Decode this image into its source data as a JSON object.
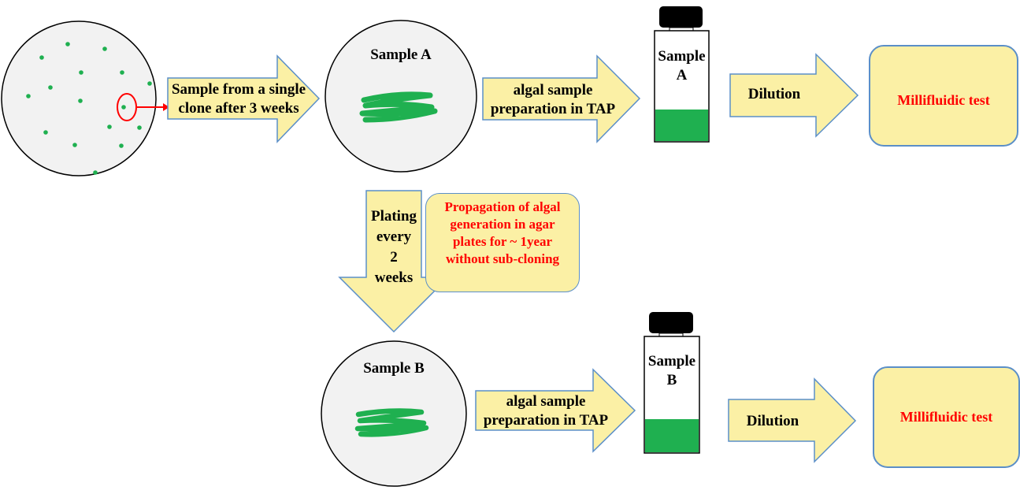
{
  "colony_plate": {
    "arrow_label_line1": "Sample from a single",
    "arrow_label_line2": "clone after 3 weeks"
  },
  "row_a": {
    "plate_label": "Sample A",
    "arrow_label_line1": "algal sample",
    "arrow_label_line2": "preparation in TAP",
    "bottle_label_line1": "Sample",
    "bottle_label_line2": "A",
    "dilution_label": "Dilution",
    "test_label": "Millifluidic test"
  },
  "plating_arrow": {
    "line1": "Plating",
    "line2": "every",
    "line3": "2",
    "line4": "weeks"
  },
  "propagation_note": {
    "line1": "Propagation of algal",
    "line2": "generation in agar",
    "line3": "plates for ~ 1year",
    "line4": "without sub-cloning"
  },
  "row_b": {
    "plate_label": "Sample B",
    "arrow_label_line1": "algal sample",
    "arrow_label_line2": "preparation in TAP",
    "bottle_label_line1": "Sample",
    "bottle_label_line2": "B",
    "dilution_label": "Dilution",
    "test_label": "Millifluidic test"
  },
  "colors": {
    "plate_fill": "#f2f2f2",
    "arrow_fill": "#fbf0a5",
    "arrow_stroke": "#5b8fc8",
    "algae_green": "#1fb050",
    "highlight_red": "#ff0000",
    "cap_black": "#000000"
  }
}
